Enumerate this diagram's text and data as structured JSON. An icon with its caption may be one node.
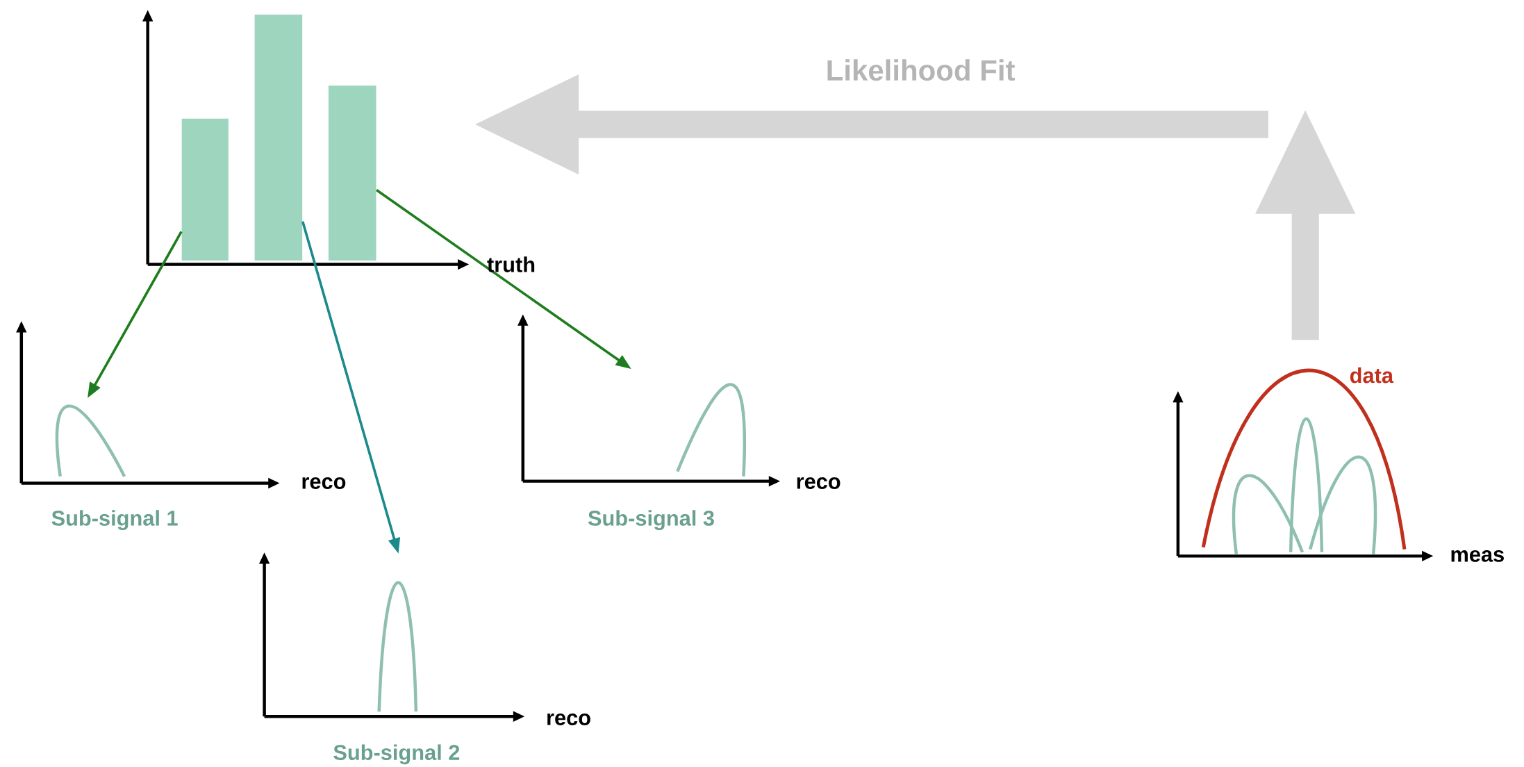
{
  "diagram": {
    "nodes": [
      {
        "text": [],
        "shape": "picture"
      },
      {
        "text": [],
        "shape": "bar",
        "in": 0
      },
      {
        "text": [],
        "shape": "bar",
        "in": 0
      },
      {
        "text": [],
        "shape": "bar",
        "in": 0
      },
      {
        "text": [],
        "shape": "picture"
      },
      {
        "text": [],
        "shape": "picture"
      },
      {
        "text": [],
        "shape": "picture"
      },
      {
        "text": [],
        "shape": "picture"
      }
    ],
    "edges": [
      {
        "from": 1,
        "to": 4,
        "arrow": "to"
      },
      {
        "from": 2,
        "to": 5,
        "arrow": "to",
        "color": "#1a8a8a"
      },
      {
        "from": 3,
        "to": 6,
        "arrow": "to"
      },
      {
        "from": 7,
        "to": null,
        "arrow": "to",
        "style": "thick",
        "color": "#d6d6d6"
      },
      {
        "from": null,
        "to": 0,
        "arrow": "to",
        "style": "thick",
        "color": "#d6d6d6",
        "label": "Likelihood Fit"
      }
    ],
    "labels": [
      "truth",
      "data",
      "reco",
      "Sub-signal 1",
      "reco",
      "Sub-signal 3",
      "meas",
      "reco",
      "Sub-signal 2"
    ]
  }
}
